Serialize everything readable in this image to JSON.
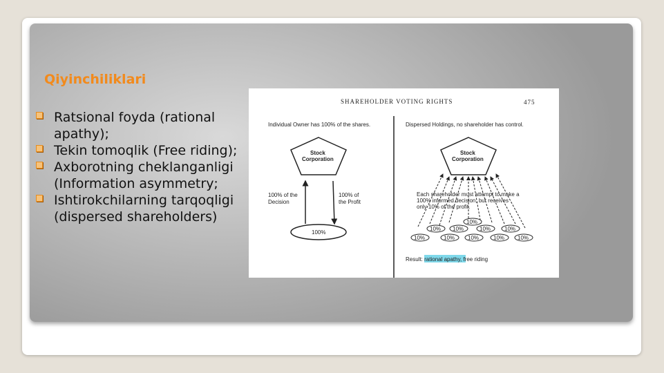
{
  "slide": {
    "title": "Qiyinchiliklari",
    "bullets": [
      "Ratsional foyda (rational apathy);",
      "Tekin tomoqlik (Free riding);",
      "Axborotning cheklanganligi (Information asymmetry;",
      "Ishtirokchilarning tarqoqligi (dispersed shareholders)"
    ]
  },
  "figure": {
    "header": "SHAREHOLDER VOTING RIGHTS",
    "page_number": "475",
    "left": {
      "caption": "Individual Owner has 100% of the shares.",
      "corp_line1": "Stock",
      "corp_line2": "Corporation",
      "decision_line1": "100% of the",
      "decision_line2": "Decision",
      "profit_line1": "100%  of",
      "profit_line2": "the Profit",
      "owner_share": "100%"
    },
    "right": {
      "caption": "Dispersed Holdings, no shareholder has control.",
      "corp_line1": "Stock",
      "corp_line2": "Corporation",
      "note_line1": "Each shareholder must attempt to make a",
      "note_line2": "100% informed decision, but receives",
      "note_line3": "only 10% of the profit.",
      "shares": [
        "10%",
        "10%",
        "10%",
        "10%",
        "10%",
        "10%",
        "10%",
        "10%",
        "10%",
        "10%"
      ],
      "result_prefix": "Result: ",
      "result_highlight": "rational apathy",
      "result_suffix": ", free riding",
      "highlight_color": "#7fd8ea"
    }
  },
  "colors": {
    "title": "#f28a1c",
    "bullet": "#e58b1e"
  }
}
